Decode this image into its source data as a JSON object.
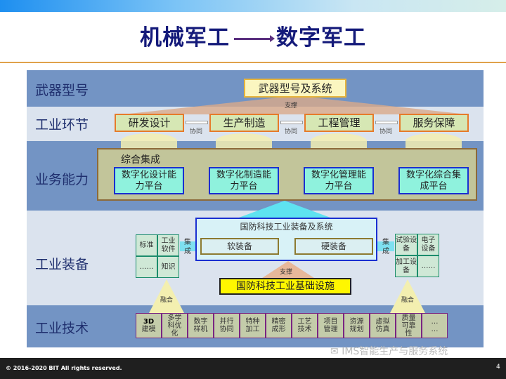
{
  "title": {
    "left": "机械军工",
    "right": "数字军工"
  },
  "rows": {
    "weapon": "武器型号",
    "industry_link": "工业环节",
    "business": "业务能力",
    "equipment": "工业装备",
    "technology": "工业技术"
  },
  "weapon_box": "武器型号及系统",
  "support": "支撑",
  "links": [
    "研发设计",
    "生产制造",
    "工程管理",
    "服务保障"
  ],
  "collab": "协同",
  "integration_title": "综合集成",
  "platforms": [
    [
      "数字化设计能",
      "力平台"
    ],
    [
      "数字化制造能",
      "力平台"
    ],
    [
      "数字化管理能",
      "力平台"
    ],
    [
      "数字化综合集",
      "成平台"
    ]
  ],
  "equip_system": {
    "title": "国防科技工业装备及系统",
    "soft": "软装备",
    "hard": "硬装备"
  },
  "integrate": [
    "集",
    "成"
  ],
  "left_grid": [
    "标准",
    "工业软件",
    "……",
    "知识"
  ],
  "right_grid": [
    "试验设备",
    "电子设备",
    "加工设备",
    "……"
  ],
  "infrastructure": "国防科技工业基础设施",
  "fusion": "融合",
  "tech": [
    [
      "3D",
      "建模"
    ],
    [
      "多学",
      "科优",
      "化"
    ],
    [
      "数字",
      "样机"
    ],
    [
      "并行",
      "协同"
    ],
    [
      "特种",
      "加工"
    ],
    [
      "精密",
      "成形"
    ],
    [
      "工艺",
      "技术"
    ],
    [
      "项目",
      "管理"
    ],
    [
      "资源",
      "规划"
    ],
    [
      "虚拟",
      "仿真"
    ],
    [
      "质量",
      "可靠",
      "性"
    ],
    [
      "…",
      "…"
    ]
  ],
  "footer": {
    "copyright": "© 2016-2020 BIT All rights reserved.",
    "page": "4"
  },
  "watermark": "IMS智能生产与服务系统"
}
